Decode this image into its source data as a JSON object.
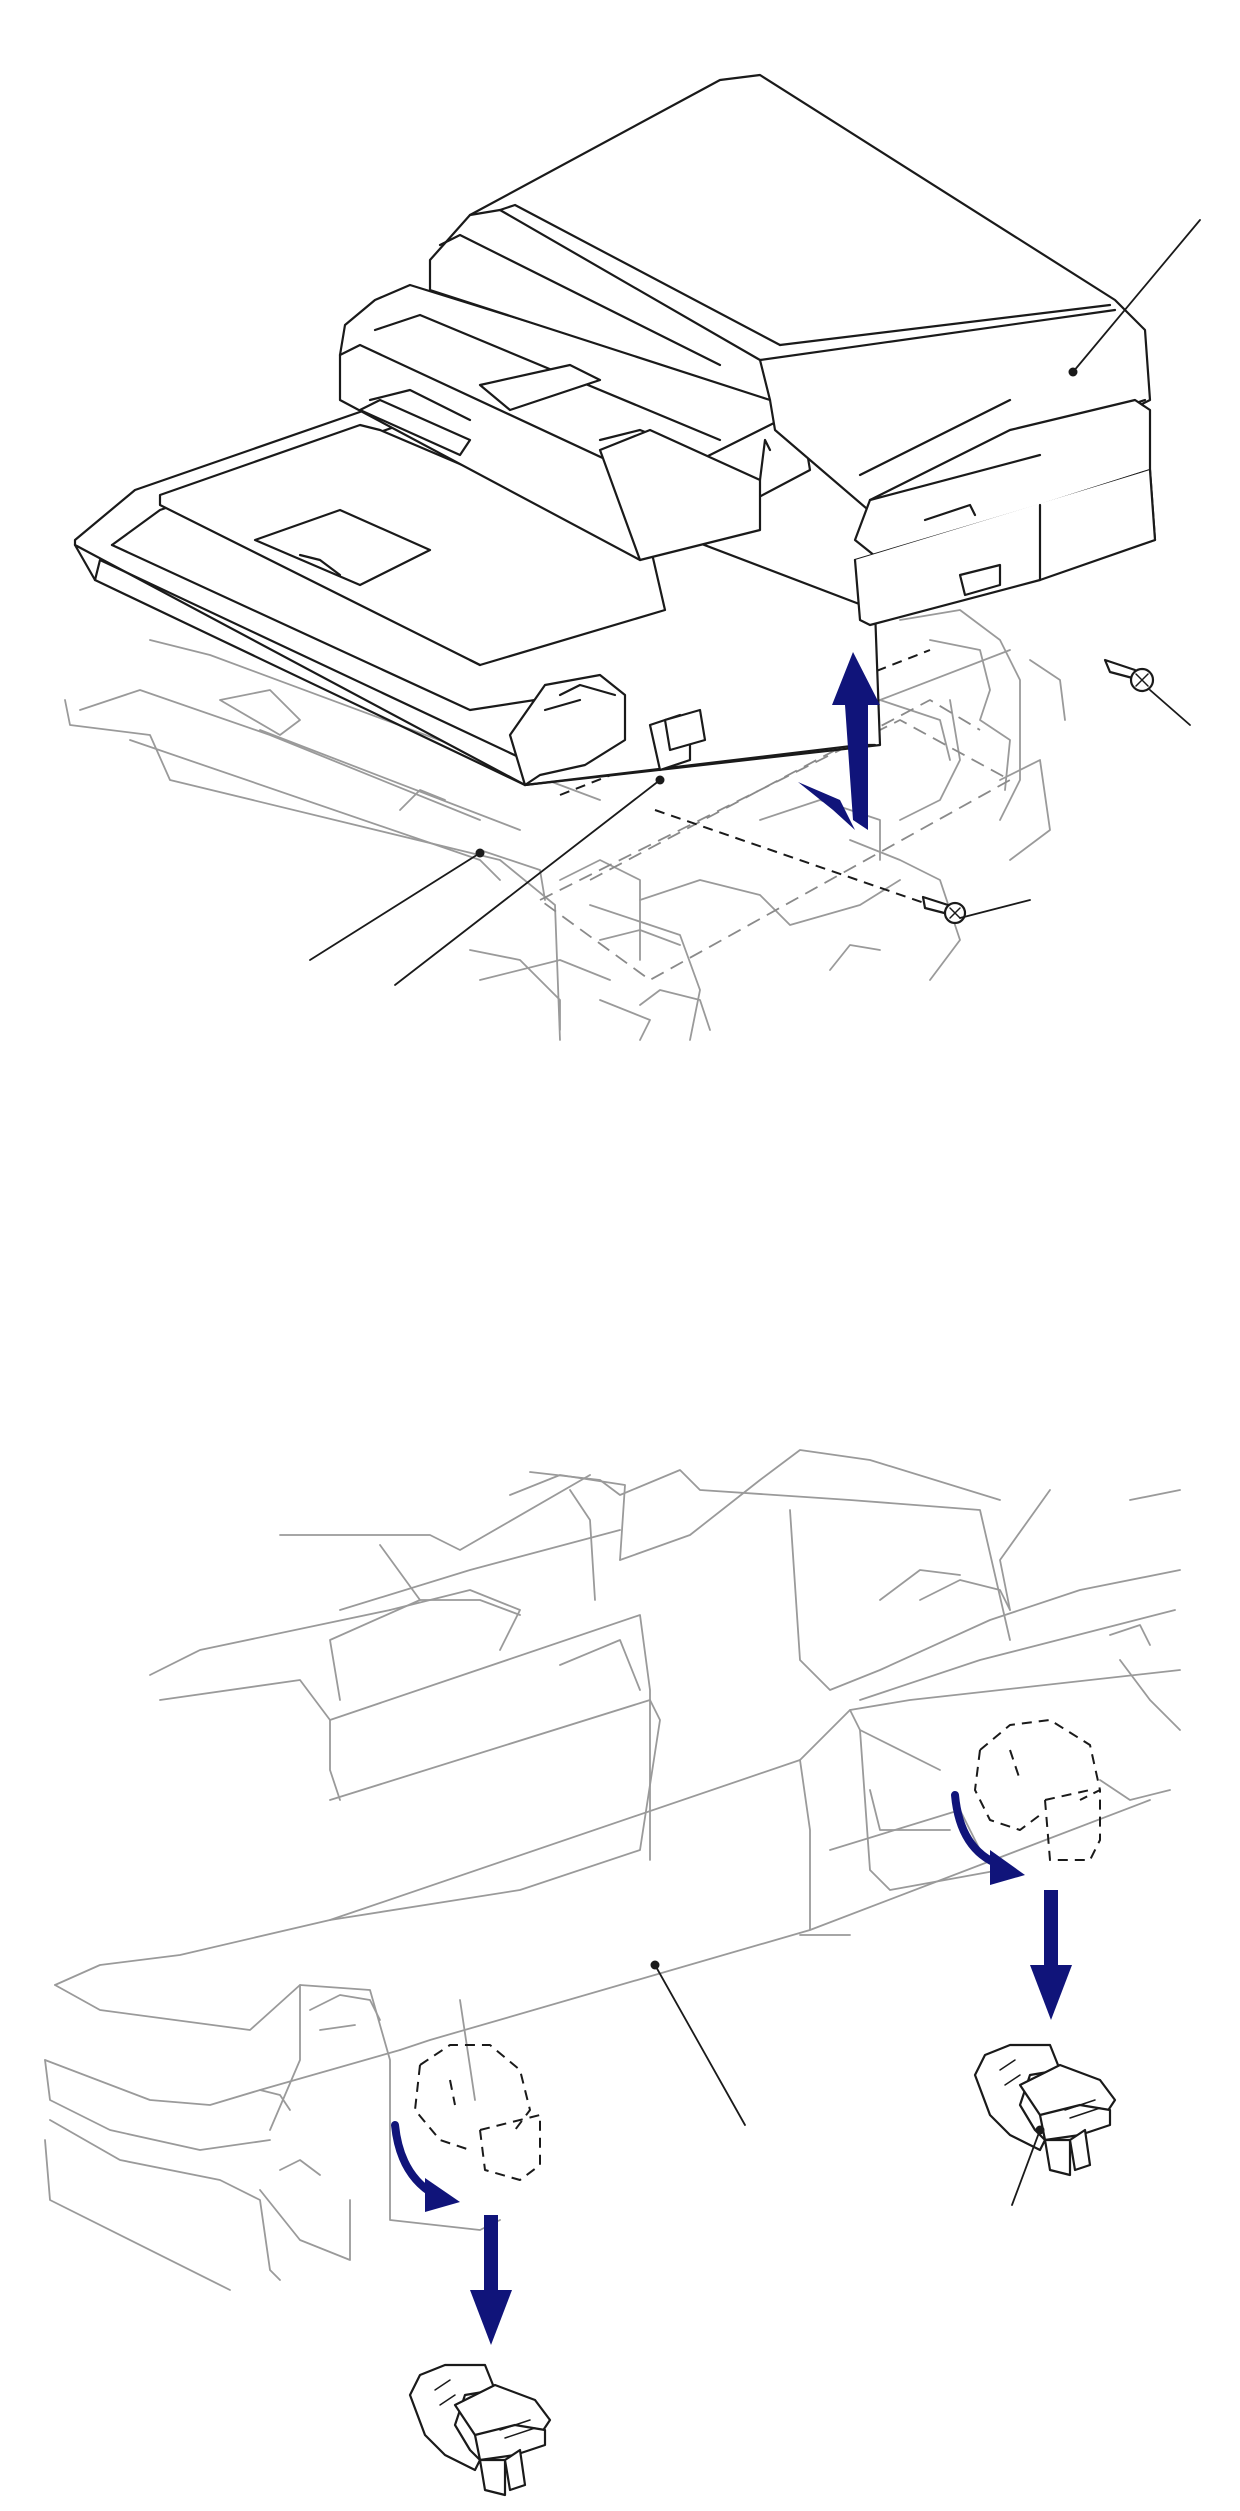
{
  "figure": {
    "colors": {
      "line": "#1a1a1a",
      "ghost_line": "#9a9a9a",
      "arrow": "#10147a",
      "background": "#ffffff"
    },
    "panels": [
      {
        "id": "adf-removal",
        "motion": "lift-up"
      },
      {
        "id": "hinge-removal",
        "motion": "rotate-and-pull-down"
      }
    ]
  }
}
